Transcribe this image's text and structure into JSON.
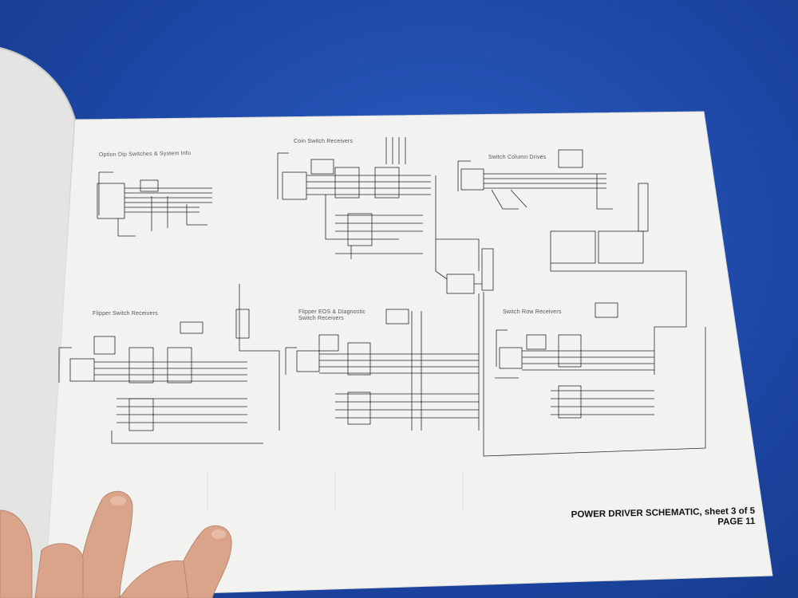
{
  "sections": {
    "option_dip": "Option Dip Switches & System Info",
    "coin_switch": "Coin Switch Receivers",
    "switch_column": "Switch Column Drives",
    "flipper_switch": "Flipper Switch Receivers",
    "flipper_eos_line1": "Flipper EOS & Diagnostic",
    "flipper_eos_line2": "Switch Receivers",
    "switch_row": "Switch Row Receivers"
  },
  "caption": {
    "title": "POWER DRIVER SCHEMATIC, sheet 3 of 5",
    "page": "PAGE 11"
  },
  "colors": {
    "desk": "#1f4aa8",
    "paper": "#f2f2f0",
    "ink": "#2a2a2a",
    "skin": "#d9a48a"
  }
}
